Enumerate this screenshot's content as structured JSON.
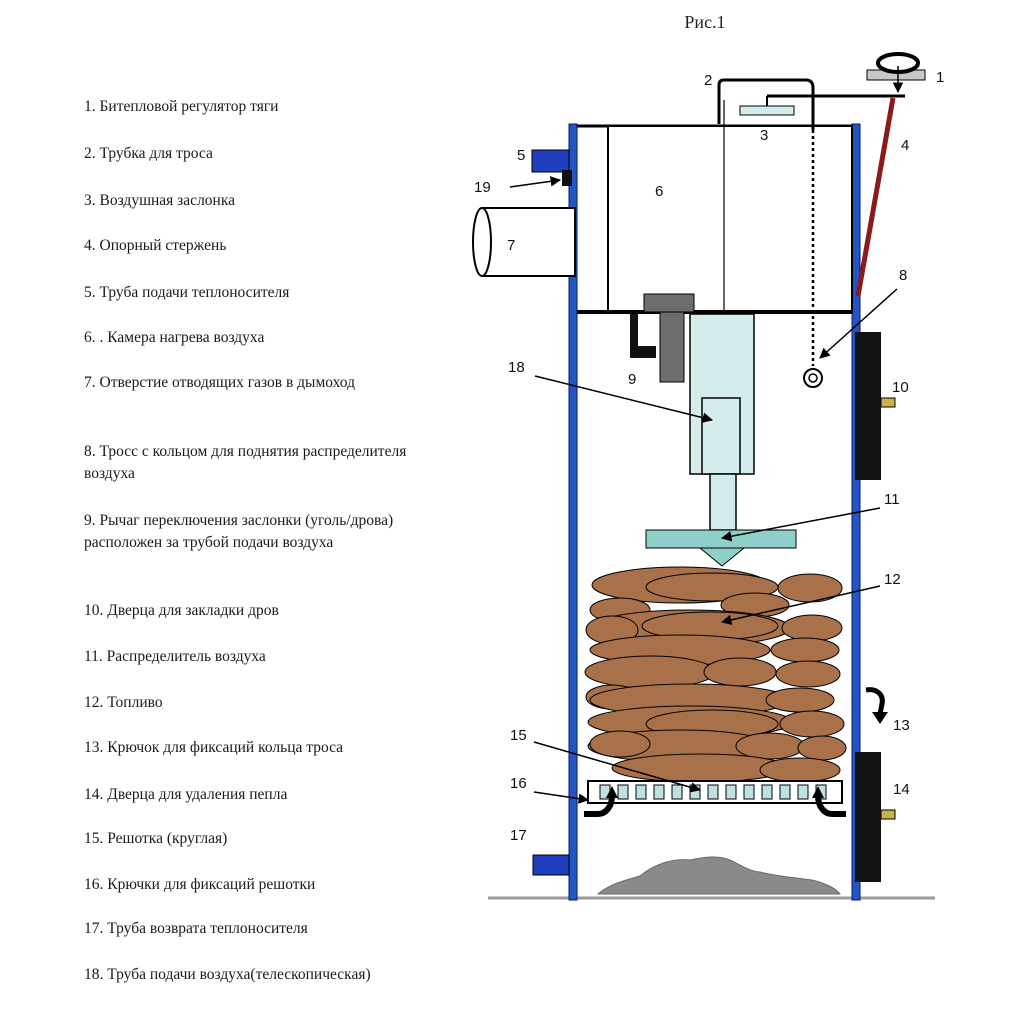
{
  "figure": {
    "title": "Рис.1"
  },
  "legend": [
    "1. Битепловой регулятор тяги",
    "2. Трубка для троса",
    "3. Воздушная заслонка",
    "4. Опорный стержень",
    "5. Труба подачи теплоносителя",
    "6. . Камера нагрева воздуха",
    "7. Отверстие отводящих газов в дымоход",
    "8. Тросс с кольцом для поднятия распределителя воздуха",
    "9.  Рычаг переключения заслонки (уголь/дрова) расположен за трубой подачи воздуха",
    "10. Дверца для закладки дров",
    "11. Распределитель воздуха",
    "12. Топливо",
    "13. Крючок для фиксаций кольца троса",
    "14. Дверца для удаления пепла",
    "15. Решотка (круглая)",
    "16. Крючки для фиксаций решотки",
    "17. Труба возврата теплоносителя",
    "18. Труба подачи воздуха(телескопическая)"
  ],
  "callouts": [
    "1",
    "2",
    "3",
    "4",
    "5",
    "6",
    "7",
    "8",
    "9",
    "10",
    "11",
    "12",
    "13",
    "14",
    "15",
    "16",
    "17",
    "18",
    "19"
  ],
  "colors": {
    "wall": "#2255c8",
    "pipe": "#1f3fbf",
    "rod": "#8b1a1a",
    "fuel": "#a8714a",
    "air_tube": "#d4ecec",
    "distributor": "#8fcfc9",
    "door": "#111111",
    "ash": "#8a8a8a"
  }
}
